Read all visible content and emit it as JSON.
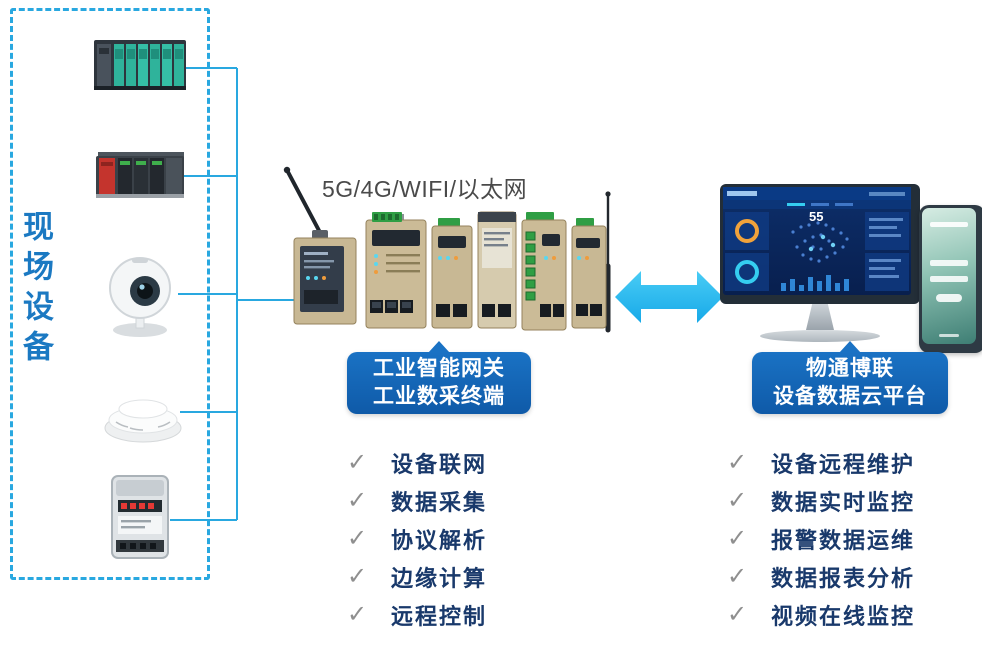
{
  "field_devices": {
    "label": "现场设备",
    "items": [
      "plc-rack",
      "plc-rack-2",
      "ip-camera",
      "smoke-detector",
      "energy-meter"
    ]
  },
  "connectivity": {
    "label": "5G/4G/WIFI/以太网"
  },
  "gateway": {
    "title_line1": "工业智能网关",
    "title_line2": "工业数采终端",
    "features": [
      "设备联网",
      "数据采集",
      "协议解析",
      "边缘计算",
      "远程控制"
    ]
  },
  "cloud": {
    "title_line1": "物通博联",
    "title_line2": "设备数据云平台",
    "features": [
      "设备远程维护",
      "数据实时监控",
      "报警数据运维",
      "数据报表分析",
      "视频在线监控"
    ]
  },
  "monitor": {
    "stat_value": "55"
  },
  "icons": {
    "check": "✓"
  },
  "colors": {
    "line": "#29a8e0",
    "bubble": "#1a72c4",
    "arrow": "#2fc1f0",
    "list_text": "#19396b",
    "check": "#8f8f8f"
  }
}
